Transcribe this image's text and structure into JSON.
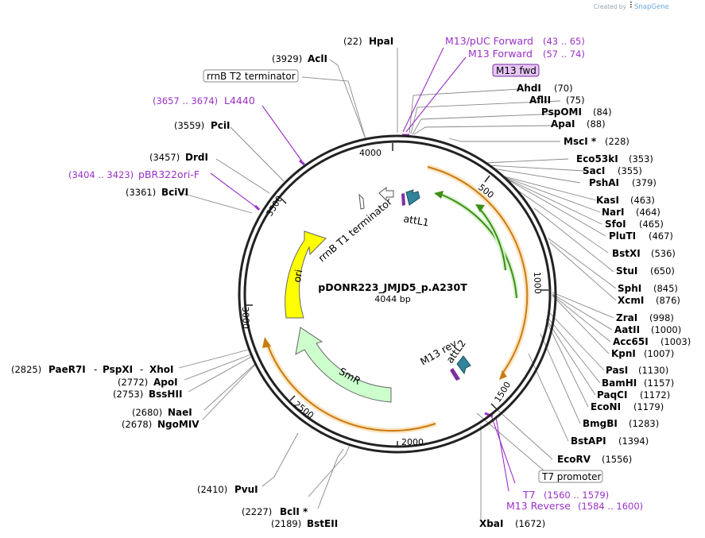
{
  "credit": {
    "prefix": "Created by",
    "brand": "SnapGene"
  },
  "plasmid": {
    "name": "pDONR223_JMJD5_p.A230T",
    "length_label": "4044 bp",
    "length": 4044
  },
  "ticks": [
    {
      "bp": 4000,
      "label": "4000"
    },
    {
      "bp": 500,
      "label": "500"
    },
    {
      "bp": 1000,
      "label": "1000"
    },
    {
      "bp": 1500,
      "label": "1500"
    },
    {
      "bp": 2000,
      "label": "2000"
    },
    {
      "bp": 2500,
      "label": "2500"
    },
    {
      "bp": 3000,
      "label": "3000"
    },
    {
      "bp": 3500,
      "label": "3500"
    }
  ],
  "sites": [
    {
      "name": "HpaI",
      "pos": "(22)",
      "bp": 22
    },
    {
      "name": "AclI",
      "pos": "(3929)",
      "bp": 3929
    },
    {
      "name": "PciI",
      "pos": "(3559)",
      "bp": 3559
    },
    {
      "name": "DrdI",
      "pos": "(3457)",
      "bp": 3457
    },
    {
      "name": "BciVI",
      "pos": "(3361)",
      "bp": 3361
    },
    {
      "name": "AhdI",
      "pos": "(70)",
      "bp": 70
    },
    {
      "name": "AflII",
      "pos": "(75)",
      "bp": 75
    },
    {
      "name": "PspOMI",
      "pos": "(84)",
      "bp": 84
    },
    {
      "name": "ApaI",
      "pos": "(88)",
      "bp": 88
    },
    {
      "name": "MscI *",
      "pos": "(228)",
      "bp": 228
    },
    {
      "name": "Eco53kI",
      "pos": "(353)",
      "bp": 353
    },
    {
      "name": "SacI",
      "pos": "(355)",
      "bp": 355
    },
    {
      "name": "PshAI",
      "pos": "(379)",
      "bp": 379
    },
    {
      "name": "KasI",
      "pos": "(463)",
      "bp": 463
    },
    {
      "name": "NarI",
      "pos": "(464)",
      "bp": 464
    },
    {
      "name": "SfoI",
      "pos": "(465)",
      "bp": 465
    },
    {
      "name": "PluTI",
      "pos": "(467)",
      "bp": 467
    },
    {
      "name": "BstXI",
      "pos": "(536)",
      "bp": 536
    },
    {
      "name": "StuI",
      "pos": "(650)",
      "bp": 650
    },
    {
      "name": "SphI",
      "pos": "(845)",
      "bp": 845
    },
    {
      "name": "XcmI",
      "pos": "(876)",
      "bp": 876
    },
    {
      "name": "ZraI",
      "pos": "(998)",
      "bp": 998
    },
    {
      "name": "AatII",
      "pos": "(1000)",
      "bp": 1000
    },
    {
      "name": "Acc65I",
      "pos": "(1003)",
      "bp": 1003
    },
    {
      "name": "KpnI",
      "pos": "(1007)",
      "bp": 1007
    },
    {
      "name": "PasI",
      "pos": "(1130)",
      "bp": 1130
    },
    {
      "name": "BamHI",
      "pos": "(1157)",
      "bp": 1157
    },
    {
      "name": "PaqCI",
      "pos": "(1172)",
      "bp": 1172
    },
    {
      "name": "EcoNI",
      "pos": "(1179)",
      "bp": 1179
    },
    {
      "name": "BmgBI",
      "pos": "(1283)",
      "bp": 1283
    },
    {
      "name": "BstAPI",
      "pos": "(1394)",
      "bp": 1394
    },
    {
      "name": "EcoRV",
      "pos": "(1556)",
      "bp": 1556
    },
    {
      "name": "XbaI",
      "pos": "(1672)",
      "bp": 1672
    },
    {
      "name": "BstEII",
      "pos": "(2189)",
      "bp": 2189
    },
    {
      "name": "BclI *",
      "pos": "(2227)",
      "bp": 2227
    },
    {
      "name": "PvuI",
      "pos": "(2410)",
      "bp": 2410
    },
    {
      "name": "NgoMIV",
      "pos": "(2678)",
      "bp": 2678
    },
    {
      "name": "NaeI",
      "pos": "(2680)",
      "bp": 2680
    },
    {
      "name": "BssHII",
      "pos": "(2753)",
      "bp": 2753
    },
    {
      "name": "ApoI",
      "pos": "(2772)",
      "bp": 2772
    }
  ],
  "multi_site": {
    "pos": "(2825)",
    "names": [
      "PaeR7I",
      "PspXI",
      "XhoI"
    ],
    "sep": "-",
    "bp": 2825
  },
  "primers": [
    {
      "name": "M13/pUC Forward",
      "range": "(43 .. 65)",
      "bp": 54
    },
    {
      "name": "M13 Forward",
      "range": "(57 .. 74)",
      "bp": 65
    },
    {
      "name": "L4440",
      "range": "(3657 .. 3674)",
      "bp": 3665
    },
    {
      "name": "pBR322ori-F",
      "range": "(3404 .. 3423)",
      "bp": 3413
    },
    {
      "name": "T7",
      "range": "(1560 .. 1579)",
      "bp": 1570
    },
    {
      "name": "M13 Reverse",
      "range": "(1584 .. 1600)",
      "bp": 1592
    }
  ],
  "boxes": {
    "m13fwd": "M13 fwd",
    "rrnb_t2": "rrnB T2 terminator",
    "t7_promoter": "T7 promoter"
  },
  "features": {
    "rrnb_t1": "rrnB T1 terminator",
    "attl1": "attL1",
    "attl2": "attL2",
    "m13rev": "M13 rev",
    "ori": "ori",
    "smr": "SmR"
  },
  "colors": {
    "primer": "#9b30c8",
    "ori": "#ffff00",
    "smr": "#ccffcc",
    "att": "#31849b",
    "orf": "#f5a623",
    "orf_inner": "#4a9e1a",
    "backbone": "#222222"
  }
}
